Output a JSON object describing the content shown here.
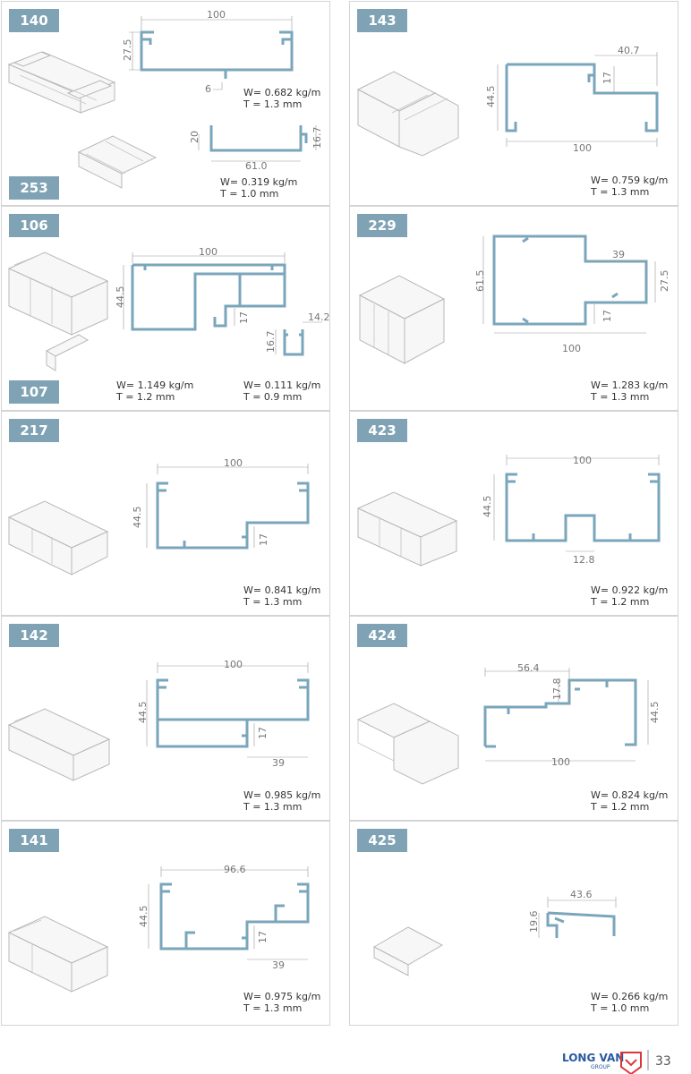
{
  "colors": {
    "badge": "#7fa3b4",
    "profile": "#7aa6bb",
    "brand_red": "#d9373b",
    "brand_blue": "#2a5aa0"
  },
  "cards": {
    "c140": {
      "code": "140",
      "code2": "253",
      "w1": "W= 0.682 kg/m",
      "t1": "T = 1.3 mm",
      "w2": "W= 0.319 kg/m",
      "t2": "T = 1.0 mm",
      "d": {
        "a": "100",
        "b": "27.5",
        "c": "6",
        "d": "20",
        "e": "61.0",
        "f": "16.7"
      }
    },
    "c143": {
      "code": "143",
      "w1": "W= 0.759 kg/m",
      "t1": "T = 1.3 mm",
      "d": {
        "a": "40.7",
        "b": "44.5",
        "c": "17",
        "e": "100"
      }
    },
    "c106": {
      "code": "106",
      "code2": "107",
      "w1": "W= 1.149 kg/m",
      "t1": "T = 1.2 mm",
      "w2": "W= 0.111 kg/m",
      "t2": "T = 0.9 mm",
      "d": {
        "a": "100",
        "b": "44.5",
        "c": "17",
        "e": "14.2",
        "f": "16.7"
      }
    },
    "c229": {
      "code": "229",
      "w1": "W= 1.283 kg/m",
      "t1": "T = 1.3 mm",
      "d": {
        "a": "61.5",
        "b": "39",
        "c": "27.5",
        "e": "17",
        "f": "100"
      }
    },
    "c217": {
      "code": "217",
      "w1": "W= 0.841 kg/m",
      "t1": "T = 1.3 mm",
      "d": {
        "a": "100",
        "b": "44.5",
        "c": "17"
      }
    },
    "c423": {
      "code": "423",
      "w1": "W= 0.922 kg/m",
      "t1": "T = 1.2 mm",
      "d": {
        "a": "100",
        "b": "44.5",
        "c": "12.8"
      }
    },
    "c142": {
      "code": "142",
      "w1": "W= 0.985 kg/m",
      "t1": "T = 1.3 mm",
      "d": {
        "a": "100",
        "b": "44.5",
        "c": "17",
        "e": "39"
      }
    },
    "c424": {
      "code": "424",
      "w1": "W= 0.824 kg/m",
      "t1": "T = 1.2 mm",
      "d": {
        "a": "56.4",
        "b": "17.8",
        "c": "44.5",
        "e": "100"
      }
    },
    "c141": {
      "code": "141",
      "w1": "W= 0.975 kg/m",
      "t1": "T = 1.3 mm",
      "d": {
        "a": "96.6",
        "b": "44.5",
        "c": "17",
        "e": "39"
      }
    },
    "c425": {
      "code": "425",
      "w1": "W= 0.266 kg/m",
      "t1": "T = 1.0 mm",
      "d": {
        "a": "43.6",
        "b": "19.6"
      }
    }
  },
  "footer": {
    "brand": "LONG VAN",
    "group": "GROUP",
    "page": "33"
  }
}
